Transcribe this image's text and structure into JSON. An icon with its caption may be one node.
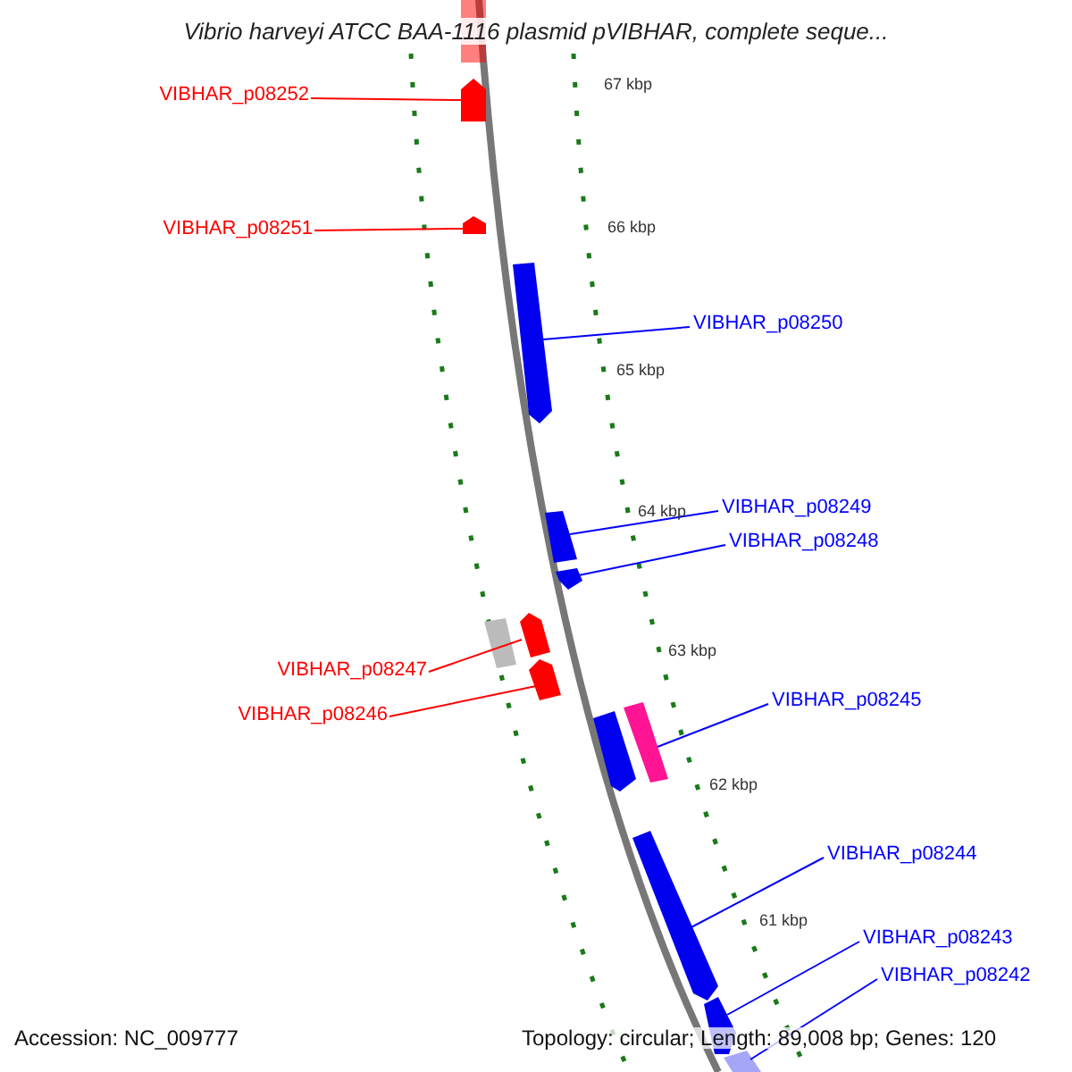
{
  "diagram": {
    "title": "Vibrio harveyi ATCC BAA-1116 plasmid pVIBHAR, complete seque...",
    "nodes": [
      {
        "text": [
          "VIBHAR_p08252"
        ]
      },
      {
        "text": [
          "VIBHAR_p08251"
        ]
      },
      {
        "text": [
          "VIBHAR_p08250"
        ]
      },
      {
        "text": [
          "VIBHAR_p08249"
        ]
      },
      {
        "text": [
          "VIBHAR_p08248"
        ]
      },
      {
        "text": [
          "VIBHAR_p08247"
        ]
      },
      {
        "text": [
          "VIBHAR_p08246"
        ]
      },
      {
        "text": [
          "VIBHAR_p08245"
        ]
      },
      {
        "text": [
          "VIBHAR_p08244"
        ]
      },
      {
        "text": [
          "VIBHAR_p08243"
        ]
      },
      {
        "text": [
          "VIBHAR_p08242"
        ]
      },
      {
        "text": [],
        "shape": "arrow"
      },
      {
        "text": [],
        "shape": "arrow"
      },
      {
        "text": [],
        "shape": "arrow"
      },
      {
        "text": [],
        "shape": "arrow"
      },
      {
        "text": [],
        "shape": "arrow"
      },
      {
        "text": [],
        "shape": "arrow"
      },
      {
        "text": [],
        "shape": "arrow"
      },
      {
        "text": [],
        "shape": "arrow"
      },
      {
        "text": [],
        "shape": "arrow"
      },
      {
        "text": [],
        "shape": "arrow"
      },
      {
        "text": [],
        "shape": "arrow"
      }
    ],
    "edges": [
      {
        "from": 0,
        "to": 11,
        "arrow": "none",
        "color": "#ff0000"
      },
      {
        "from": 1,
        "to": 12,
        "arrow": "none",
        "color": "#ff0000"
      },
      {
        "from": 2,
        "to": 13,
        "arrow": "none"
      },
      {
        "from": 3,
        "to": 14,
        "arrow": "none"
      },
      {
        "from": 4,
        "to": 15,
        "arrow": "none"
      },
      {
        "from": 5,
        "to": 16,
        "arrow": "none",
        "color": "#ff0000"
      },
      {
        "from": 6,
        "to": 17,
        "arrow": "none",
        "color": "#ff0000"
      },
      {
        "from": 7,
        "to": 18,
        "arrow": "none"
      },
      {
        "from": 8,
        "to": 19,
        "arrow": "none"
      },
      {
        "from": 9,
        "to": 20,
        "arrow": "none"
      },
      {
        "from": 10,
        "to": 21,
        "arrow": "none"
      }
    ],
    "labels": [
      "67 kbp",
      "66 kbp",
      "65 kbp",
      "64 kbp",
      "63 kbp",
      "62 kbp",
      "61 kbp",
      "Accession: NC_009777",
      "Topology: circular; Length: 89,008 bp; Genes: 120"
    ]
  }
}
